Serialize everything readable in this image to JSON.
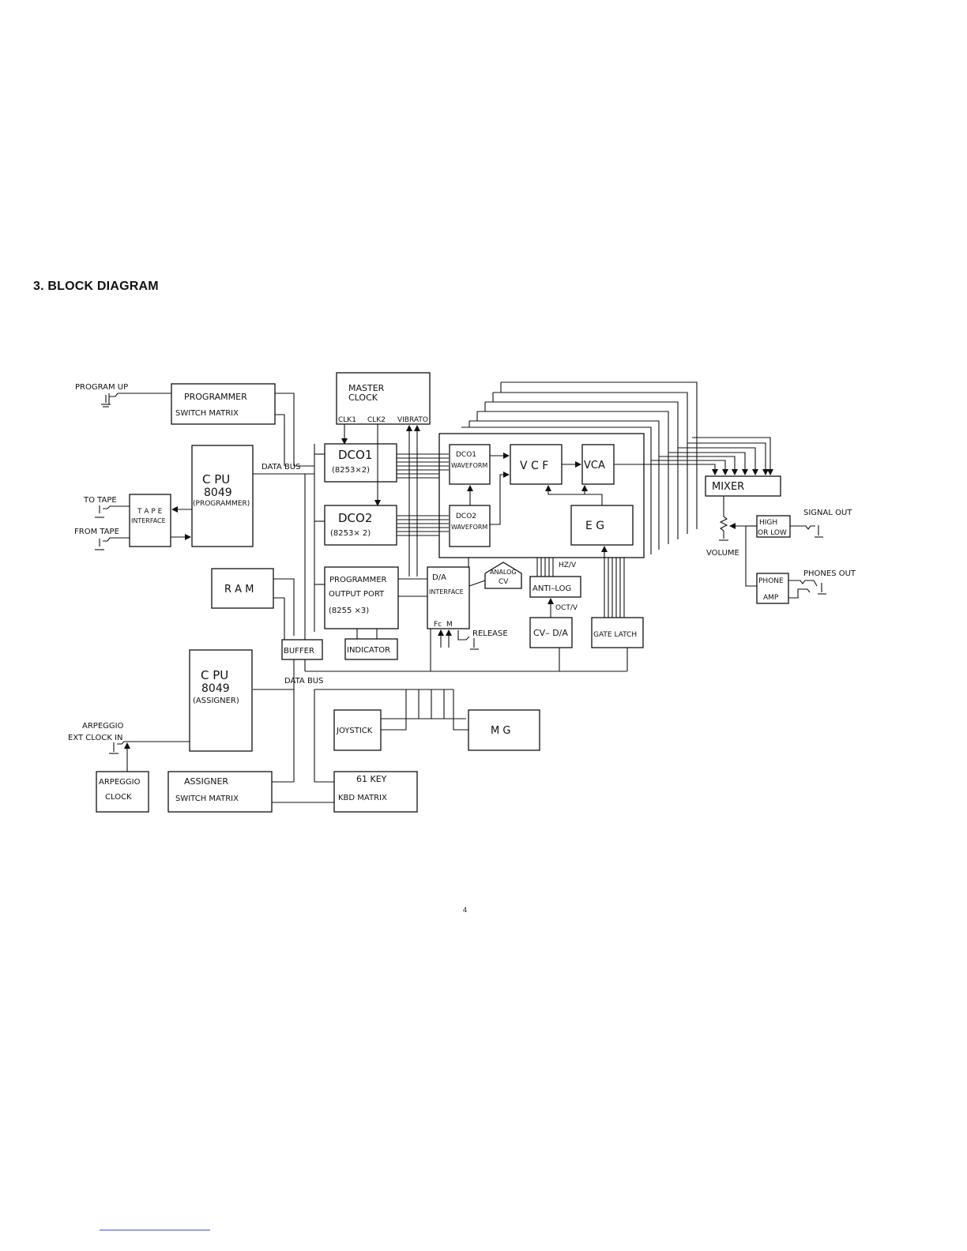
{
  "heading": "3. BLOCK DIAGRAM",
  "page_number": "4",
  "blocks": {
    "programmer_switch_matrix": [
      "PROGRAMMER",
      "SWITCH  MATRIX"
    ],
    "master_clock": [
      "MASTER",
      "CLOCK"
    ],
    "clk1": "CLK1",
    "clk2": "CLK2",
    "vibrato": "VIBRATO",
    "cpu_programmer": [
      "C PU",
      "8049",
      "(PROGRAMMER)"
    ],
    "tape_interface": [
      "T A P E",
      "INTERFACE"
    ],
    "dco1": [
      "DCO1",
      "(8253×2)"
    ],
    "dco2": [
      "DCO2",
      "(8253× 2)"
    ],
    "dco1_waveform": [
      "DCO1",
      "WAVEFORM"
    ],
    "dco2_waveform": [
      "DCO2",
      "WAVEFORM"
    ],
    "vcf": "V C F",
    "vca": "VCA",
    "eg": "E G",
    "mixer": "MIXER",
    "high_or_low": [
      "HIGH",
      "OR LOW"
    ],
    "phone_amp": [
      "PHONE",
      "AMP"
    ],
    "ram": "R A M",
    "programmer_output_port": [
      "PROGRAMMER",
      "OUTPUT  PORT",
      "(8255 ×3)"
    ],
    "da_interface": [
      "D/A",
      "INTERFACE"
    ],
    "analog_cv": [
      "ANALOG",
      "CV"
    ],
    "anti_log": "ANTI–LOG",
    "hz_v": "HZ/V",
    "oct_v": "OCT/V",
    "cv_da": "CV– D/A",
    "gate_latch": "GATE LATCH",
    "buffer": "BUFFER",
    "indicator": "INDICATOR",
    "cpu_assigner": [
      "C PU",
      "8049",
      "(ASSIGNER)"
    ],
    "joystick": "JOYSTICK",
    "mg": "M G",
    "arpeggio_clock": [
      "ARPEGGIO",
      "CLOCK"
    ],
    "assigner_switch_matrix": [
      "ASSIGNER",
      "SWITCH  MATRIX"
    ],
    "key_matrix": [
      "61 KEY",
      "KBD  MATRIX"
    ],
    "fc": "Fc",
    "m": "M"
  },
  "labels": {
    "program_up": "PROGRAM  UP",
    "to_tape": "TO  TAPE",
    "from_tape": "FROM  TAPE",
    "data_bus_top": "DATA  BUS",
    "data_bus_bottom": "DATA  BUS",
    "signal_out": "SIGNAL  OUT",
    "phones_out": "PHONES OUT",
    "volume": "VOLUME",
    "release": "RELEASE",
    "arpeggio_ext_clock_in": [
      "ARPEGGIO",
      "EXT CLOCK  IN"
    ]
  }
}
